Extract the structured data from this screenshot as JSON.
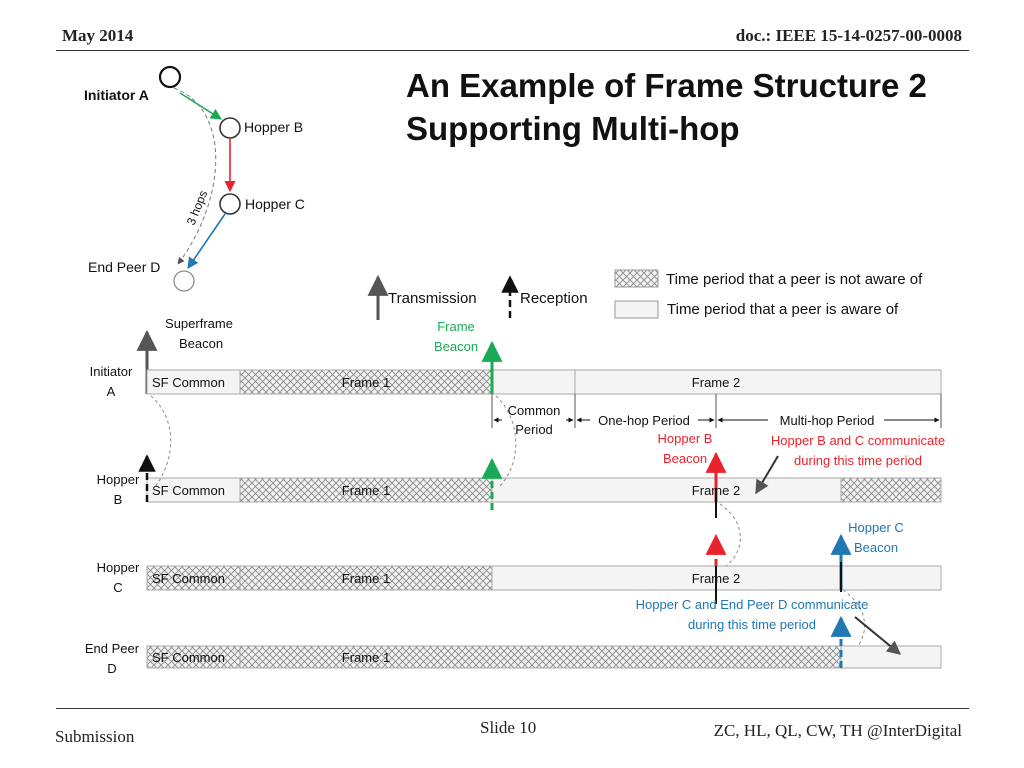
{
  "header": {
    "date": "May 2014",
    "doc": "doc.: IEEE 15-14-0257-00-0008"
  },
  "title": {
    "line1": "An Example of Frame Structure 2",
    "line2": "Supporting Multi-hop"
  },
  "topology": {
    "initiator": "Initiator A",
    "hopper_b": "Hopper B",
    "hopper_c": "Hopper C",
    "end_peer": "End Peer D",
    "hops": "3 hops"
  },
  "legend": {
    "transmission": "Transmission",
    "reception": "Reception",
    "not_aware": "Time period that a peer is not aware of",
    "aware": "Time period that a peer is aware of"
  },
  "rows": {
    "a": [
      "Initiator",
      "A"
    ],
    "b": [
      "Hopper",
      "B"
    ],
    "c": [
      "Hopper",
      "C"
    ],
    "d": [
      "End Peer",
      "D"
    ]
  },
  "segments": {
    "sf_common": "SF Common",
    "frame1": "Frame 1",
    "frame2": "Frame 2"
  },
  "labels": {
    "superframe_beacon": [
      "Superframe",
      "Beacon"
    ],
    "frame_beacon": [
      "Frame",
      "Beacon"
    ],
    "common_period": [
      "Common",
      "Period"
    ],
    "one_hop_period": "One-hop Period",
    "multi_hop_period": "Multi-hop Period",
    "hopper_b_beacon": [
      "Hopper B",
      "Beacon"
    ],
    "b_c_communicate": [
      "Hopper B and C communicate",
      "during this time period"
    ],
    "hopper_c_beacon": [
      "Hopper C",
      "Beacon"
    ],
    "c_d_communicate": [
      "Hopper C and End Peer D communicate",
      "during this time period"
    ]
  },
  "colors": {
    "green": "#1aaa55",
    "red": "#e8232b",
    "blue": "#1f77b4",
    "gray": "#555555"
  },
  "footer": {
    "submission": "Submission",
    "slide": "Slide 10",
    "authors": "ZC, HL, QL, CW, TH @InterDigital"
  }
}
